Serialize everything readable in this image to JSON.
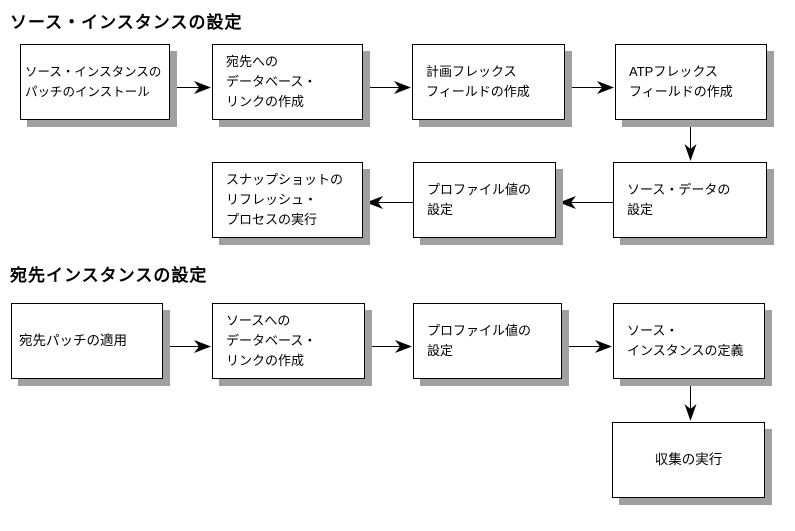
{
  "colors": {
    "background": "#ffffff",
    "box_fill": "#ffffff",
    "box_border": "#000000",
    "box_shadow": "#a0a0a0",
    "text": "#000000",
    "arrow": "#000000"
  },
  "sections": [
    {
      "title": "ソース・インスタンスの設定",
      "nodes": [
        {
          "id": "source-patch-install",
          "lines": [
            "ソース・インスタンスの",
            "パッチのインストール"
          ]
        },
        {
          "id": "db-link-to-destination",
          "lines": [
            "宛先への",
            "データベース・",
            "リンクの作成"
          ]
        },
        {
          "id": "planning-flexfields",
          "lines": [
            "計画フレックス",
            "フィールドの作成"
          ]
        },
        {
          "id": "atp-flexfields",
          "lines": [
            "ATPフレックス",
            "フィールドの作成"
          ]
        },
        {
          "id": "snapshot-refresh",
          "lines": [
            "スナップショットの",
            "リフレッシュ・",
            "プロセスの実行"
          ]
        },
        {
          "id": "profile-values-source",
          "lines": [
            "プロファイル値の",
            "設定"
          ]
        },
        {
          "id": "source-data",
          "lines": [
            "ソース・データの",
            "設定"
          ]
        }
      ],
      "edges": [
        [
          0,
          1
        ],
        [
          1,
          2
        ],
        [
          2,
          3
        ],
        [
          3,
          6
        ],
        [
          6,
          5
        ],
        [
          5,
          4
        ]
      ]
    },
    {
      "title": "宛先インスタンスの設定",
      "nodes": [
        {
          "id": "apply-destination-patch",
          "lines": [
            "宛先パッチの適用"
          ]
        },
        {
          "id": "db-link-to-source",
          "lines": [
            "ソースへの",
            "データベース・",
            "リンクの作成"
          ]
        },
        {
          "id": "profile-values-destination",
          "lines": [
            "プロファイル値の",
            "設定"
          ]
        },
        {
          "id": "define-source-instance",
          "lines": [
            "ソース・",
            "インスタンスの定義"
          ]
        },
        {
          "id": "run-collection",
          "lines": [
            "収集の実行"
          ]
        }
      ],
      "edges": [
        [
          0,
          1
        ],
        [
          1,
          2
        ],
        [
          2,
          3
        ],
        [
          3,
          4
        ]
      ]
    }
  ]
}
